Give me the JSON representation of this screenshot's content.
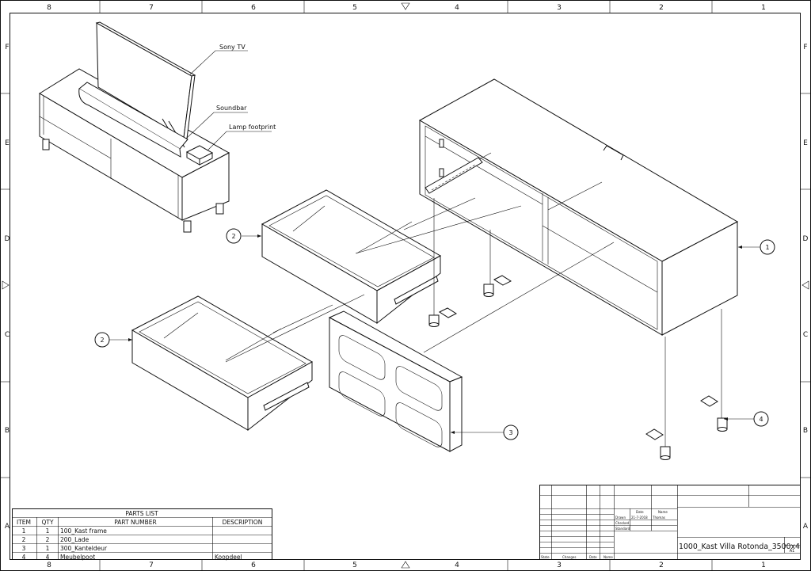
{
  "border": {
    "top_numbers": [
      "8",
      "7",
      "6",
      "5",
      "4",
      "3",
      "2",
      "1"
    ],
    "bottom_numbers": [
      "8",
      "7",
      "6",
      "5",
      "4",
      "3",
      "2",
      "1"
    ],
    "left_letters": [
      "F",
      "E",
      "D",
      "C",
      "B",
      "A"
    ],
    "right_letters": [
      "F",
      "E",
      "D",
      "C",
      "B",
      "A"
    ]
  },
  "callouts": {
    "tv": "Sony TV",
    "soundbar": "Soundbar",
    "lamp": "Lamp footprint"
  },
  "balloons": [
    "2",
    "2",
    "1",
    "3",
    "4"
  ],
  "parts_list": {
    "title": "PARTS LIST",
    "headers": [
      "ITEM",
      "QTY",
      "PART NUMBER",
      "DESCRIPTION"
    ],
    "rows": [
      {
        "item": "1",
        "qty": "1",
        "part": "100_Kast frame",
        "desc": ""
      },
      {
        "item": "2",
        "qty": "2",
        "part": "200_Lade",
        "desc": ""
      },
      {
        "item": "3",
        "qty": "1",
        "part": "300_Kanteldeur",
        "desc": ""
      },
      {
        "item": "4",
        "qty": "4",
        "part": "Meubelpoot",
        "desc": "Koopdeel"
      }
    ]
  },
  "title_block": {
    "col_date": "Date",
    "col_name": "Name",
    "row_drawn": "Drawn",
    "row_checked": "Checked",
    "row_standard": "Standard",
    "drawn_date": "21-7-2018",
    "drawn_name": "Thomas",
    "drawing_title": "1000_Kast Villa Rotonda_3500x4",
    "sheet": "A1",
    "footer": [
      "State",
      "Changes",
      "Date",
      "Name"
    ]
  }
}
